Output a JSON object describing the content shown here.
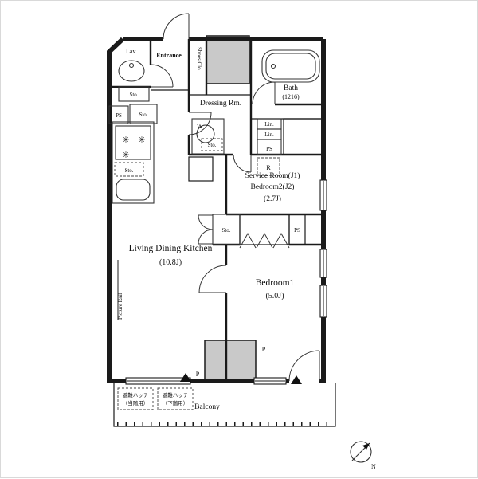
{
  "meta": {
    "type": "apartment-floor-plan"
  },
  "rooms": {
    "lav": "Lav.",
    "entrance": "Entrance",
    "shoes_closet": "Shoes Clo.",
    "bath": "Bath",
    "bath_size": "(1216)",
    "dressing_room": "Dressing Rm.",
    "service_room": "Service Room(J1)",
    "bedroom2": "Bedroom2(J2)",
    "service_room_size": "(2.7J)",
    "ldk": "Living Dining Kitchen",
    "ldk_size": "(10.8J)",
    "bedroom1": "Bedroom1",
    "bedroom1_size": "(5.0J)",
    "balcony": "Balcony"
  },
  "labels": {
    "picture_rail": "Picture Rail",
    "washer": "W",
    "fridge": "R",
    "lin_1": "Lin.",
    "lin_2": "Lin.",
    "ps_top": "PS",
    "ps_linen": "PS",
    "ps_service": "PS",
    "sto_lav": "Sto.",
    "sto_top": "Sto.",
    "sto_kitchen": "Sto.",
    "sto_washer": "Sto.",
    "sto_service": "Sto.",
    "pillar_1": "P",
    "pillar_2": "P"
  },
  "annotations": {
    "hatch_1_line1": "避難ハッチ",
    "hatch_1_line2": "（当階用）",
    "hatch_2_line1": "避難ハッチ",
    "hatch_2_line2": "（下階用）",
    "compass_north": "N"
  },
  "icons": {
    "stove_burner": "✳"
  },
  "colors": {
    "wall": "#1a1a1a",
    "gray_fill": "#c9c9c9",
    "background": "#ffffff"
  }
}
